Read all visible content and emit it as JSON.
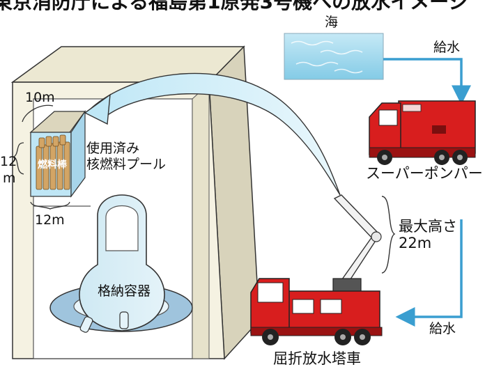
{
  "title": "東京消防庁による福島第1原発3号機への放水イメージ",
  "labels": {
    "sea": "海",
    "water_supply_top": "給水",
    "water_supply_bottom": "給水",
    "super_pumper": "スーパーポンパー",
    "max_height_line1": "最大高さ",
    "max_height_line2": "22m",
    "spent_fuel_pool_line1": "使用済み",
    "spent_fuel_pool_line2": "核燃料プール",
    "fuel_rods": "燃料棒",
    "containment_vessel": "格納容器",
    "pool_width": "10m",
    "pool_length": "12m",
    "pool_depth_top": "12",
    "pool_depth_bottom": "m",
    "tower_truck": "屈折放水塔車"
  },
  "colors": {
    "sea": "#9fd7ec",
    "pool_water": "#bfe6f5",
    "truck_red": "#d81e1e",
    "flow_arrow": "#3a9ed0",
    "building_wall": "#f3f0df",
    "building_shadow": "#cfcab2",
    "fuel_rod": "#d3a565"
  }
}
